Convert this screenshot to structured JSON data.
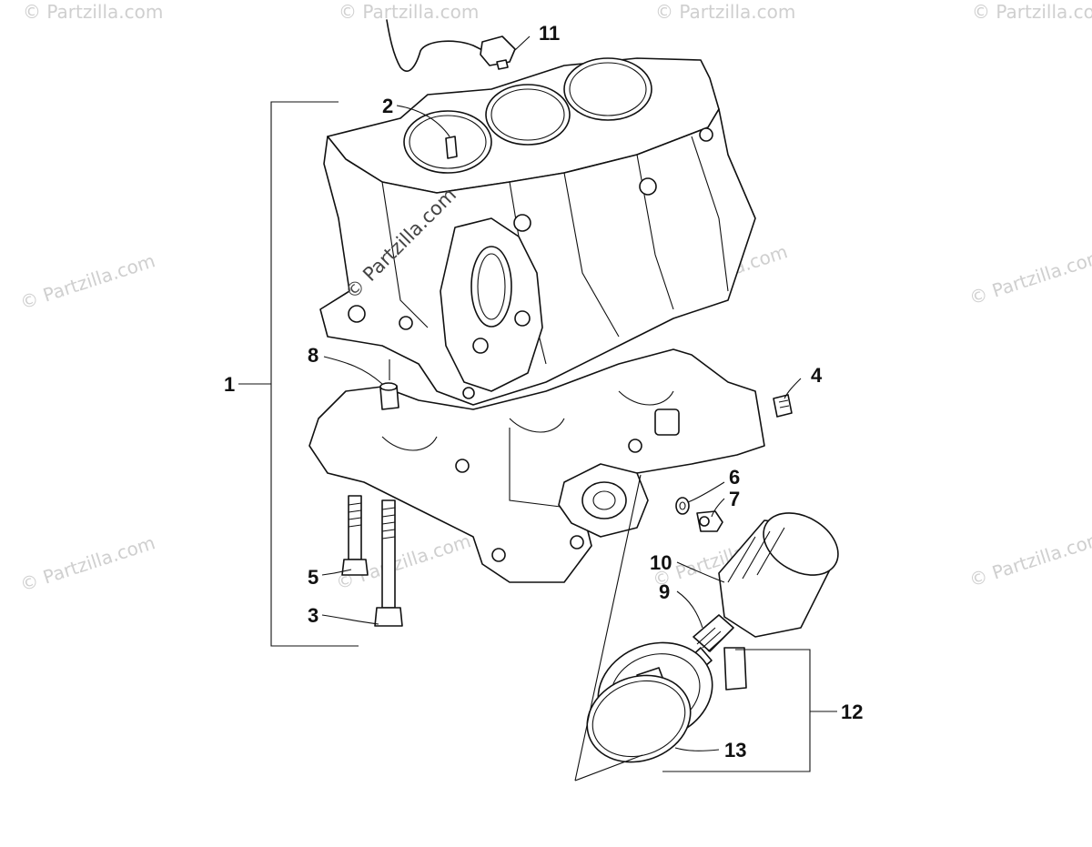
{
  "watermarks": {
    "site": "© Partzilla.com",
    "center": "© Partzilla.com"
  },
  "callouts": {
    "c1": "1",
    "c2": "2",
    "c3": "3",
    "c4": "4",
    "c5": "5",
    "c6": "6",
    "c7": "7",
    "c8": "8",
    "c9": "9",
    "c10": "10",
    "c11": "11",
    "c12": "12",
    "c13": "13"
  },
  "colors": {
    "line": "#111111",
    "watermark": "#cfcfcf",
    "background": "#ffffff"
  }
}
